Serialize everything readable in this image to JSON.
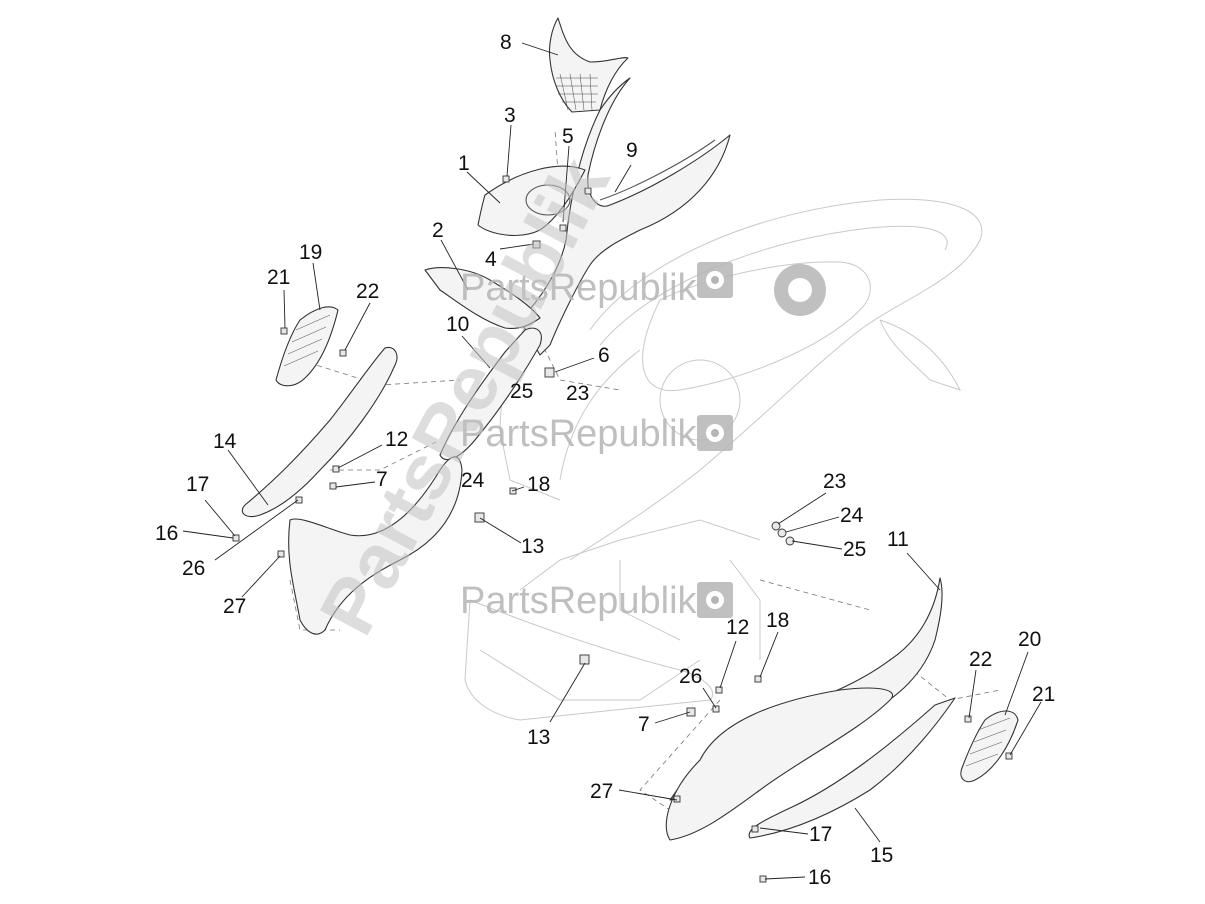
{
  "watermark": {
    "brand": "PartsRepublik",
    "vertical": "PartsRepublik"
  },
  "labels": [
    {
      "id": "l8",
      "text": "8"
    },
    {
      "id": "l3",
      "text": "3"
    },
    {
      "id": "l5",
      "text": "5"
    },
    {
      "id": "l9",
      "text": "9"
    },
    {
      "id": "l1",
      "text": "1"
    },
    {
      "id": "l2",
      "text": "2"
    },
    {
      "id": "l4",
      "text": "4"
    },
    {
      "id": "l19",
      "text": "19"
    },
    {
      "id": "l21a",
      "text": "21"
    },
    {
      "id": "l22a",
      "text": "22"
    },
    {
      "id": "l10",
      "text": "10"
    },
    {
      "id": "l6",
      "text": "6"
    },
    {
      "id": "l23a",
      "text": "23"
    },
    {
      "id": "l25a",
      "text": "25"
    },
    {
      "id": "l14",
      "text": "14"
    },
    {
      "id": "l12a",
      "text": "12"
    },
    {
      "id": "l7a",
      "text": "7"
    },
    {
      "id": "l17a",
      "text": "17"
    },
    {
      "id": "l24a",
      "text": "24"
    },
    {
      "id": "l18a",
      "text": "18"
    },
    {
      "id": "l16a",
      "text": "16"
    },
    {
      "id": "l26a",
      "text": "26"
    },
    {
      "id": "l13a",
      "text": "13"
    },
    {
      "id": "l27a",
      "text": "27"
    },
    {
      "id": "l23b",
      "text": "23"
    },
    {
      "id": "l24b",
      "text": "24"
    },
    {
      "id": "l25b",
      "text": "25"
    },
    {
      "id": "l11",
      "text": "11"
    },
    {
      "id": "l12b",
      "text": "12"
    },
    {
      "id": "l18b",
      "text": "18"
    },
    {
      "id": "l26b",
      "text": "26"
    },
    {
      "id": "l7b",
      "text": "7"
    },
    {
      "id": "l13b",
      "text": "13"
    },
    {
      "id": "l22b",
      "text": "22"
    },
    {
      "id": "l20",
      "text": "20"
    },
    {
      "id": "l21b",
      "text": "21"
    },
    {
      "id": "l27b",
      "text": "27"
    },
    {
      "id": "l17b",
      "text": "17"
    },
    {
      "id": "l15",
      "text": "15"
    },
    {
      "id": "l16b",
      "text": "16"
    }
  ]
}
